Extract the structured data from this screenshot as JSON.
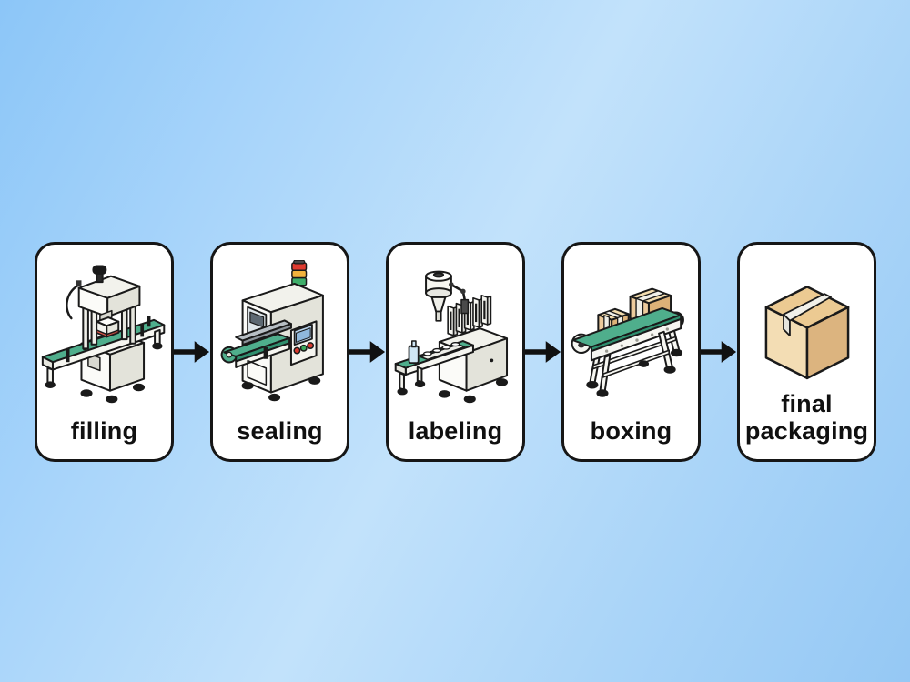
{
  "flow": {
    "steps": [
      {
        "label": "filling",
        "icon": "filling-machine-icon"
      },
      {
        "label": "sealing",
        "icon": "sealing-machine-icon"
      },
      {
        "label": "labeling",
        "icon": "labeling-machine-icon"
      },
      {
        "label": "boxing",
        "icon": "boxing-conveyor-icon"
      },
      {
        "label": "final packaging",
        "icon": "final-packaging-box-icon"
      }
    ],
    "connector_icon": "arrow-right-icon",
    "connector_count": 4
  },
  "colors": {
    "background_left": "#8cc6f8",
    "background_center": "#c2e2fb",
    "background_right": "#95c8f4",
    "card_background": "#ffffff",
    "card_border": "#161616",
    "label_text": "#101010",
    "arrow": "#111111",
    "belt_green": "#4fae8c",
    "belt_green_dark": "#2f8f6e",
    "machine_white": "#f6f6f1",
    "machine_shade": "#e3e3da",
    "box_top_tan": "#f2dcae",
    "box_left_tan": "#ecca9b",
    "box_right_tan": "#dcb178",
    "tape_white": "#f1f0e9",
    "stack_light_red": "#e03c31",
    "stack_light_yellow": "#f2b33d",
    "stack_light_green": "#3fae6a",
    "screen_blue": "#b9d4ec",
    "nozzle_red": "#e2574a",
    "bottle_blue": "#cfe6f4"
  }
}
